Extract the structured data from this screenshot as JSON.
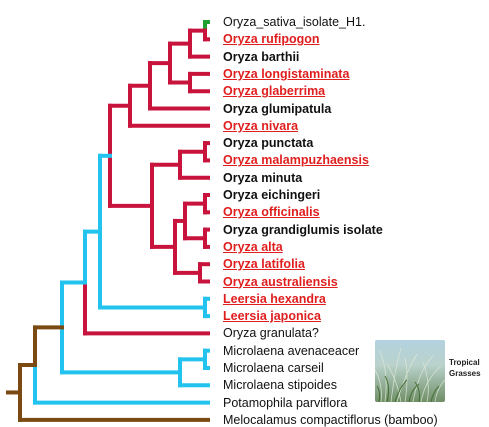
{
  "colors": {
    "red": "#c8143c",
    "cyan": "#22c3ee",
    "brown": "#7a4a12",
    "green": "#1fa030",
    "label_red": "#e01e1e"
  },
  "taxa": [
    {
      "name": "Oryza_sativa_isolate_H1.",
      "style": "plain"
    },
    {
      "name": "Oryza rufipogon",
      "style": "red"
    },
    {
      "name": "Oryza barthii",
      "style": "bold"
    },
    {
      "name": "Oryza longistaminata",
      "style": "red"
    },
    {
      "name": "Oryza glaberrima",
      "style": "red"
    },
    {
      "name": "Oryza glumipatula",
      "style": "bold"
    },
    {
      "name": "Oryza nivara",
      "style": "red"
    },
    {
      "name": "Oryza punctata",
      "style": "bold"
    },
    {
      "name": "Oryza malampuzhaensis",
      "style": "red"
    },
    {
      "name": "Oryza minuta",
      "style": "bold"
    },
    {
      "name": "Oryza eichingeri",
      "style": "bold"
    },
    {
      "name": "Oryza officinalis",
      "style": "red"
    },
    {
      "name": "Oryza grandiglumis isolate",
      "style": "bold"
    },
    {
      "name": "Oryza alta",
      "style": "red"
    },
    {
      "name": "Oryza latifolia",
      "style": "red"
    },
    {
      "name": "Oryza australiensis",
      "style": "red"
    },
    {
      "name": "Leersia hexandra",
      "style": "red"
    },
    {
      "name": "Leersia japonica",
      "style": "red"
    },
    {
      "name": "Oryza granulata?",
      "style": "plain"
    },
    {
      "name": "Microlaena avenaceacer",
      "style": "plain"
    },
    {
      "name": "Microlaena carseil",
      "style": "plain"
    },
    {
      "name": "Microlaena stipoides",
      "style": "plain"
    },
    {
      "name": "Potamophila parviflora",
      "style": "plain"
    },
    {
      "name": "Melocalamus compactiflorus (bamboo)",
      "style": "plain"
    }
  ],
  "inset": {
    "image": "tropical-grasses-photo",
    "caption_line1": "Tropical",
    "caption_line2": "Grasses"
  }
}
